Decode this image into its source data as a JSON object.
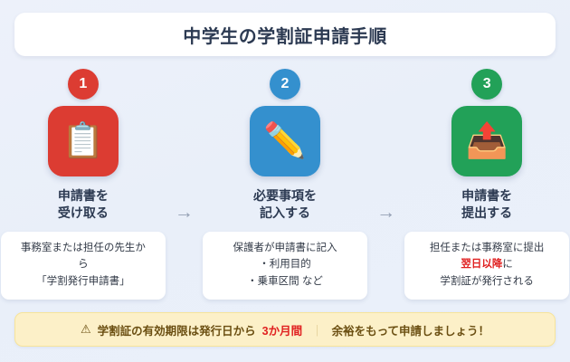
{
  "header": {
    "title": "中学生の学割証申請手順"
  },
  "colors": {
    "background": "#e9eff9",
    "title_text": "#2c3a52",
    "step1": "#dc3c32",
    "step2": "#3490ce",
    "step3": "#22a158",
    "highlight_red": "#e02020",
    "footer_bg": "#fcf0c8",
    "footer_border": "#f7e49a",
    "footer_text": "#6b4f12",
    "arrow": "#94a0b4"
  },
  "steps": [
    {
      "number": "1",
      "icon": "clipboard-icon",
      "glyph": "📋",
      "color": "#dc3c32",
      "label_line1": "申請書を",
      "label_line2": "受け取る",
      "detail_line1": "事務室または担任の先生か",
      "detail_line2": "ら",
      "detail_line3": "「学割発行申請書」",
      "detail_highlight": ""
    },
    {
      "number": "2",
      "icon": "pencil-icon",
      "glyph": "✏️",
      "color": "#3490ce",
      "label_line1": "必要事項を",
      "label_line2": "記入する",
      "detail_line1": "保護者が申請書に記入",
      "detail_line2": "・利用目的",
      "detail_line3": "・乗車区間 など",
      "detail_highlight": ""
    },
    {
      "number": "3",
      "icon": "outbox-tray-icon",
      "glyph": "📤",
      "color": "#22a158",
      "label_line1": "申請書を",
      "label_line2": "提出する",
      "detail_line1": "担任または事務室に提出",
      "detail_line2_pre": "",
      "detail_highlight": "翌日以降",
      "detail_line2_post": "に",
      "detail_line3": "学割証が発行される"
    }
  ],
  "arrows": {
    "glyph": "→",
    "count": 2
  },
  "footer": {
    "warn_icon": "warning-icon",
    "warn_glyph": "⚠",
    "text_pre": "学割証の有効期限は発行日から",
    "highlight": "3か月間",
    "text_post": "",
    "separator": "｜",
    "cta": "余裕をもって申請しましょう！"
  }
}
